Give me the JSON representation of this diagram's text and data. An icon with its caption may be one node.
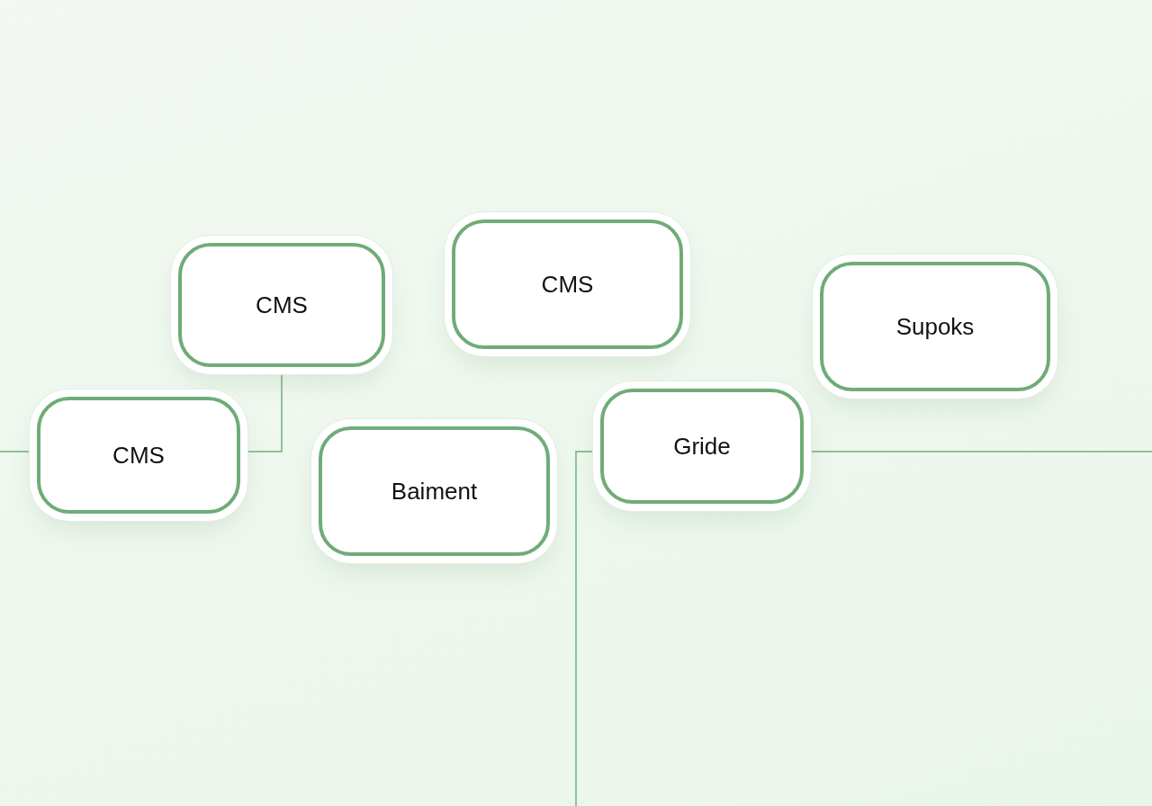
{
  "diagram": {
    "nodes": [
      {
        "text": [
          "CMS"
        ]
      },
      {
        "text": [
          "CMS"
        ]
      },
      {
        "text": [
          "Supoks"
        ]
      },
      {
        "text": [
          "CMS"
        ]
      },
      {
        "text": [
          "Baiment"
        ]
      },
      {
        "text": [
          "Gride"
        ]
      }
    ],
    "edges": [
      {
        "from": null,
        "to": 3,
        "arrow": "none"
      },
      {
        "from": 3,
        "to": 0,
        "arrow": "none"
      },
      {
        "from": 5,
        "to": null,
        "arrow": "none"
      },
      {
        "from": 5,
        "to": null,
        "arrow": "none"
      }
    ]
  }
}
